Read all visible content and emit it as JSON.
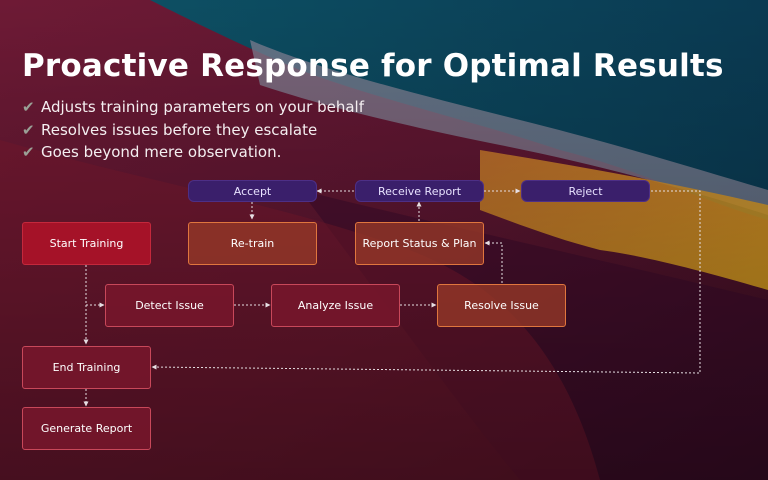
{
  "header": {
    "title": "Proactive Response for Optimal Results",
    "bullets": [
      "Adjusts training parameters on your behalf",
      "Resolves issues before they escalate",
      "Goes beyond mere observation."
    ],
    "check_glyph": "✔"
  },
  "flow": {
    "start_training": "Start Training",
    "detect_issue": "Detect Issue",
    "analyze_issue": "Analyze Issue",
    "resolve_issue": "Resolve Issue",
    "report_status_plan": "Report Status & Plan",
    "receive_report": "Receive Report",
    "accept": "Accept",
    "reject": "Reject",
    "re_train": "Re-train",
    "end_training": "End Training",
    "generate_report": "Generate Report"
  },
  "colors": {
    "start_node": "#a51228",
    "step_node": "#7a162c",
    "resolve_node": "#963828",
    "decision_node": "#3a1f6b",
    "connector": "#e6dfe3"
  }
}
